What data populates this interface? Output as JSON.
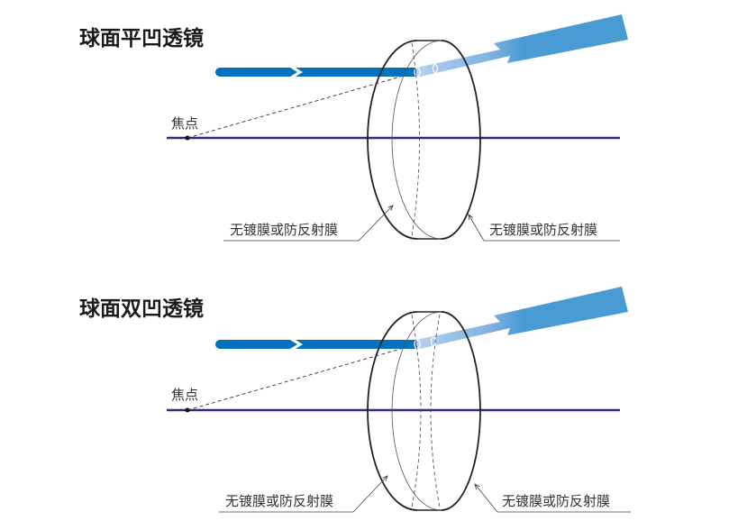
{
  "diagrams": [
    {
      "title": "球面平凹透镜",
      "focus_label": "焦点",
      "left_label": "无镀膜或防反射膜",
      "right_label": "无镀膜或防反射膜",
      "concave_faces": 1
    },
    {
      "title": "球面双凹透镜",
      "focus_label": "焦点",
      "left_label": "无镀膜或防反射膜",
      "right_label": "无镀膜或防反射膜",
      "concave_faces": 2
    }
  ],
  "colors": {
    "beam": "#0071bc",
    "beam_out": "#4a9bd4",
    "beam_light": "#aecbea",
    "axis": "#2b2b85"
  }
}
